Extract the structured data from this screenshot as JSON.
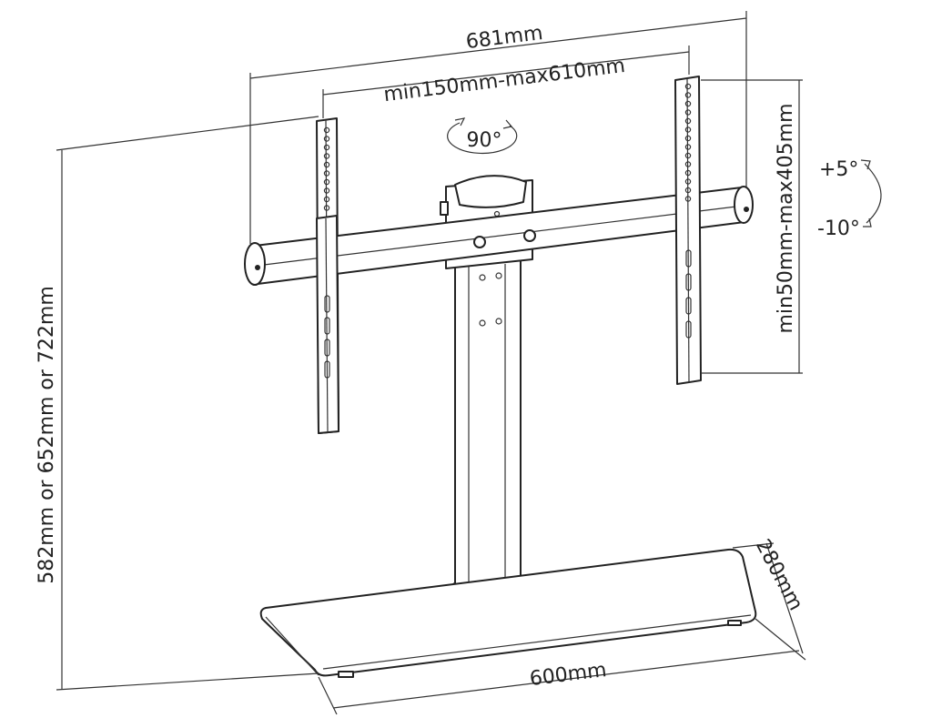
{
  "diagram": {
    "overall_width": "681mm",
    "vesa_horizontal": "min150mm-max610mm",
    "swivel": "90°",
    "tilt_up": "+5°",
    "tilt_down": "-10°",
    "vesa_vertical": "min50mm-max405mm",
    "height": "582mm or 652mm or 722mm",
    "base_depth": "280mm",
    "base_width": "600mm"
  },
  "colors": {
    "line": "#222222",
    "background": "#ffffff"
  }
}
